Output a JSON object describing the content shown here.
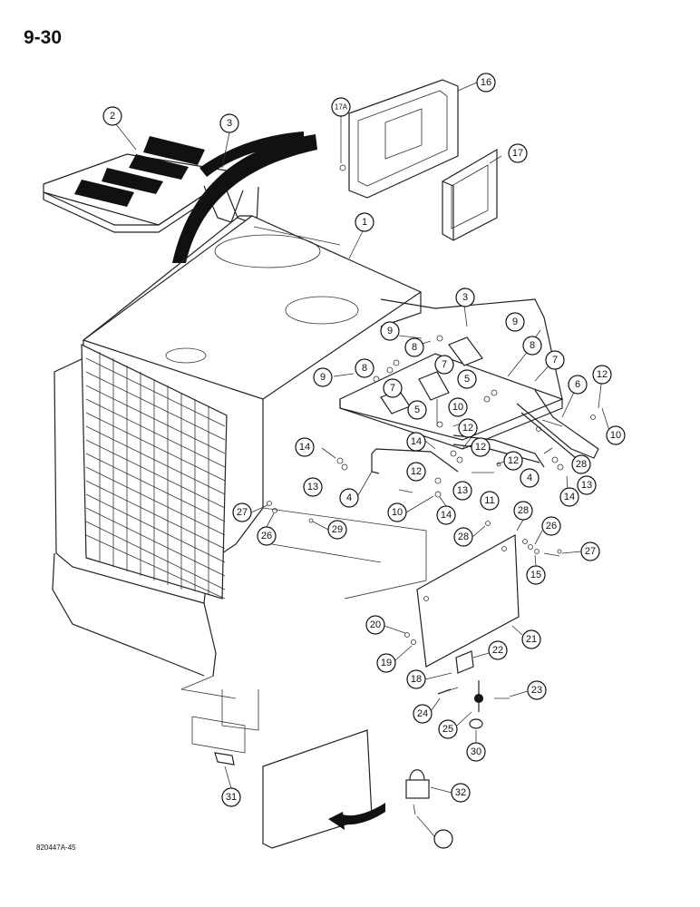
{
  "header": {
    "page_number": "9-30"
  },
  "footer": {
    "drawing_code": "820447A-45"
  },
  "callouts": [
    {
      "id": "c2",
      "label": "2"
    },
    {
      "id": "c3a",
      "label": "3"
    },
    {
      "id": "c17a",
      "label": "17A"
    },
    {
      "id": "c16",
      "label": "16"
    },
    {
      "id": "c17",
      "label": "17"
    },
    {
      "id": "c1",
      "label": "1"
    },
    {
      "id": "c3b",
      "label": "3"
    },
    {
      "id": "c9a",
      "label": "9"
    },
    {
      "id": "c8a",
      "label": "8"
    },
    {
      "id": "c9b",
      "label": "9"
    },
    {
      "id": "c8b",
      "label": "8"
    },
    {
      "id": "c9c",
      "label": "9"
    },
    {
      "id": "c8c",
      "label": "8"
    },
    {
      "id": "c7a",
      "label": "7"
    },
    {
      "id": "c5a",
      "label": "5"
    },
    {
      "id": "c7b",
      "label": "7"
    },
    {
      "id": "c5b",
      "label": "5"
    },
    {
      "id": "c7c",
      "label": "7"
    },
    {
      "id": "c12a",
      "label": "12"
    },
    {
      "id": "c6",
      "label": "6"
    },
    {
      "id": "c10a",
      "label": "10"
    },
    {
      "id": "c10b",
      "label": "10"
    },
    {
      "id": "c12b",
      "label": "12"
    },
    {
      "id": "c14a",
      "label": "14"
    },
    {
      "id": "c13a",
      "label": "13"
    },
    {
      "id": "c14b",
      "label": "14"
    },
    {
      "id": "c12c",
      "label": "12"
    },
    {
      "id": "c12d",
      "label": "12"
    },
    {
      "id": "c4a",
      "label": "4"
    },
    {
      "id": "c12e",
      "label": "12"
    },
    {
      "id": "c13b",
      "label": "13"
    },
    {
      "id": "c14c",
      "label": "14"
    },
    {
      "id": "c13c",
      "label": "13"
    },
    {
      "id": "c11",
      "label": "11"
    },
    {
      "id": "c4b",
      "label": "4"
    },
    {
      "id": "c10c",
      "label": "10"
    },
    {
      "id": "c14d",
      "label": "14"
    },
    {
      "id": "c28a",
      "label": "28"
    },
    {
      "id": "c27a",
      "label": "27"
    },
    {
      "id": "c26a",
      "label": "26"
    },
    {
      "id": "c29",
      "label": "29"
    },
    {
      "id": "c28b",
      "label": "28"
    },
    {
      "id": "c28c",
      "label": "28"
    },
    {
      "id": "c26b",
      "label": "26"
    },
    {
      "id": "c27b",
      "label": "27"
    },
    {
      "id": "c15",
      "label": "15"
    },
    {
      "id": "c21",
      "label": "21"
    },
    {
      "id": "c20",
      "label": "20"
    },
    {
      "id": "c19",
      "label": "19"
    },
    {
      "id": "c22",
      "label": "22"
    },
    {
      "id": "c18",
      "label": "18"
    },
    {
      "id": "c23",
      "label": "23"
    },
    {
      "id": "c24",
      "label": "24"
    },
    {
      "id": "c25",
      "label": "25"
    },
    {
      "id": "c30",
      "label": "30"
    },
    {
      "id": "c31",
      "label": "31"
    },
    {
      "id": "c32",
      "label": "32"
    }
  ]
}
